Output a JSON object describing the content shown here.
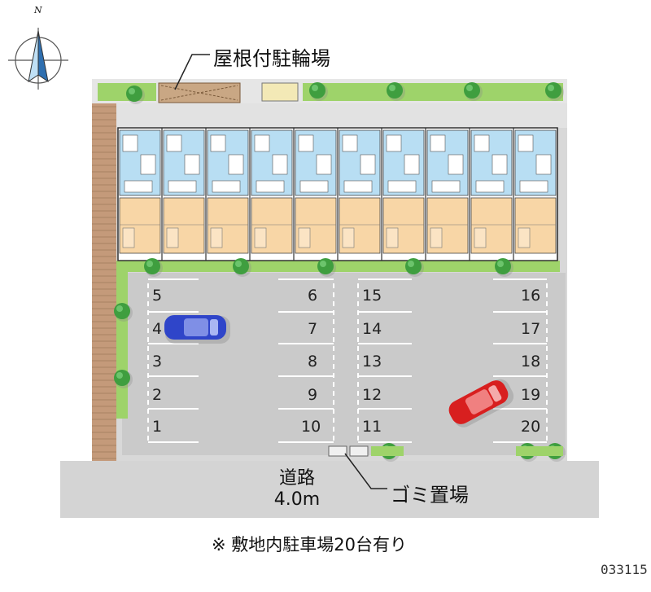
{
  "compass": {
    "north_label": "N"
  },
  "labels": {
    "bicycle_parking": "屋根付駐輪場",
    "garbage": "ゴミ置場",
    "road_name": "道路",
    "road_width": "4.0m"
  },
  "footnote": "※ 敷地内駐車場20台有り",
  "property_code": "033115",
  "building": {
    "unit_count": 10
  },
  "parking_spaces": [
    "1",
    "2",
    "3",
    "4",
    "5",
    "6",
    "7",
    "8",
    "9",
    "10",
    "11",
    "12",
    "13",
    "14",
    "15",
    "16",
    "17",
    "18",
    "19",
    "20"
  ],
  "parked_cars": [
    {
      "space": "4",
      "color": "blue"
    },
    {
      "space": "19",
      "color": "red"
    }
  ],
  "colors": {
    "hedge": "#9ed36a",
    "tree": "#3f9e3f",
    "building_blue": "#b8def3",
    "building_peach": "#f8d6a6",
    "brick_wall": "#c49a7a",
    "lot": "#cacaca",
    "road": "#d4d4d4",
    "car_blue": "#2f45c9",
    "car_red": "#d81f1f"
  }
}
